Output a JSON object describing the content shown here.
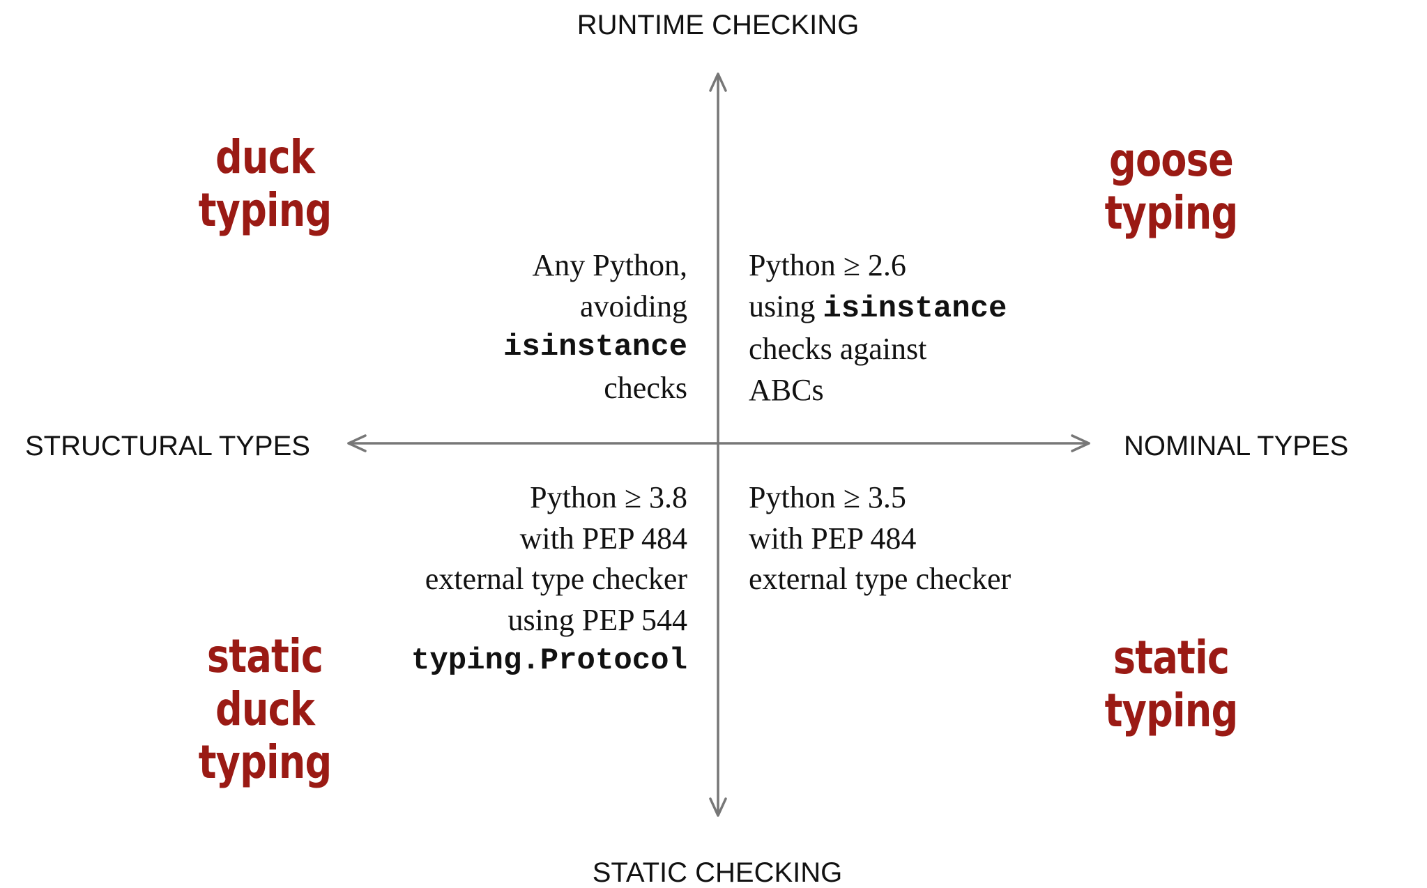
{
  "axes": {
    "top": "RUNTIME CHECKING",
    "bottom": "STATIC CHECKING",
    "left": "STRUCTURAL TYPES",
    "right": "NOMINAL TYPES",
    "color": "#777777"
  },
  "quadrants": {
    "top_left": {
      "title": [
        "duck",
        "typing"
      ],
      "note": {
        "line1": "Any Python,",
        "line2": "avoiding",
        "line3": "isinstance",
        "line4": "checks"
      }
    },
    "top_right": {
      "title": [
        "goose",
        "typing"
      ],
      "note": {
        "line1_prefix": "Python ≥ 2.6",
        "line2_text": "using ",
        "line2_code": "isinstance",
        "line3": "checks against",
        "line4": "ABCs"
      }
    },
    "bottom_left": {
      "title": [
        "static",
        "duck",
        "typing"
      ],
      "note": {
        "line1": "Python ≥ 3.8",
        "line2": "with PEP 484",
        "line3": "external type checker",
        "line4": "using PEP 544",
        "line5": "typing.Protocol"
      }
    },
    "bottom_right": {
      "title": [
        "static",
        "typing"
      ],
      "note": {
        "line1": "Python ≥ 3.5",
        "line2": "with PEP 484",
        "line3": "external type checker"
      }
    }
  },
  "colors": {
    "quadrant_title": "#9a1a14",
    "text": "#111111"
  }
}
